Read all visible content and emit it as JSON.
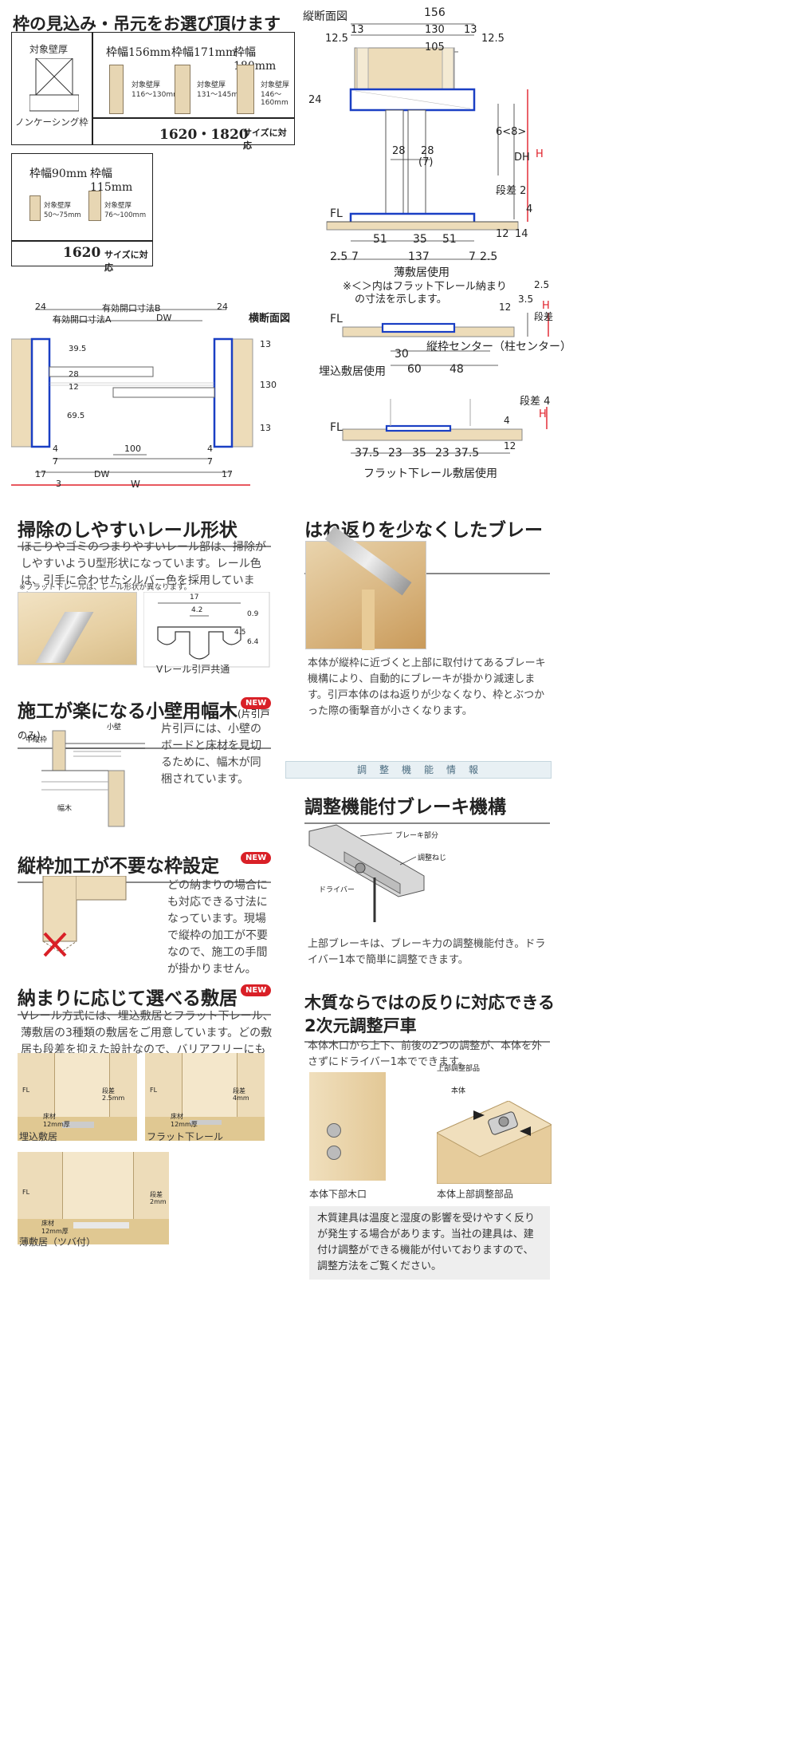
{
  "frame_section": {
    "title": "枠の見込み・吊元をお選び頂けます",
    "noncasing_label_top": "対象壁厚",
    "noncasing_caption": "ノンケーシング枠",
    "w156": {
      "label": "枠幅156mm",
      "sub": "対象壁厚",
      "range": "116〜130mm"
    },
    "w171": {
      "label": "枠幅171mm",
      "sub": "対象壁厚",
      "range": "131〜145mm"
    },
    "w180": {
      "label": "枠幅180mm",
      "sub": "対象壁厚",
      "range": "146〜160mm"
    },
    "size_note_big": "1620・1820",
    "size_note_small": "サイズに対応",
    "w90": {
      "label": "枠幅90mm",
      "sub": "対象壁厚",
      "range": "50〜75mm"
    },
    "w115": {
      "label": "枠幅115mm",
      "sub": "対象壁厚",
      "range": "76〜100mm"
    },
    "size2_big": "1620",
    "size2_small": "サイズに対応"
  },
  "vertical_section": {
    "title": "縦断面図",
    "dims_top": [
      "156",
      "13",
      "130",
      "13",
      "12.5",
      "105",
      "12.5"
    ],
    "dims_mid": [
      "24",
      "28",
      "28",
      "(7)",
      "6<8>",
      "DH",
      "H",
      "段差 2",
      "4"
    ],
    "fl": "FL",
    "dims_bottom": [
      "51",
      "35",
      "51",
      "12",
      "14",
      "2.5",
      "7",
      "137",
      "7",
      "2.5"
    ],
    "caption": "薄敷居使用",
    "note1": "※＜＞内はフラット下レール納まり",
    "note2": "の寸法を示します。"
  },
  "horizontal_section": {
    "title": "横断面図",
    "dims": [
      "24",
      "有効開口寸法B",
      "24",
      "有効開口寸法A",
      "DW",
      "39.5",
      "28",
      "12",
      "69.5",
      "130",
      "13",
      "13",
      "100",
      "4",
      "7",
      "17",
      "DW",
      "3",
      "W",
      "4",
      "7",
      "17"
    ]
  },
  "embedded_sill": {
    "fl": "FL",
    "dims": [
      "12",
      "3.5",
      "2.5",
      "段差",
      "H",
      "30",
      "60",
      "48"
    ],
    "center_label": "縦枠センター（柱センター）",
    "caption": "埋込敷居使用"
  },
  "flat_rail": {
    "fl": "FL",
    "dims": [
      "段差 4",
      "4",
      "H",
      "12",
      "37.5",
      "23",
      "35",
      "23",
      "37.5"
    ],
    "caption": "フラット下レール敷居使用"
  },
  "rail_section": {
    "title": "掃除のしやすいレール形状",
    "body": "ほこりやゴミのつまりやすいレール部は、掃除がしやすいようU型形状になっています。レール色は、引手に合わせたシルバー色を採用しています。",
    "note": "※フラット下レールは、レール形状が異なります。",
    "dims": [
      "17",
      "4.2",
      "0.9",
      "4.5",
      "6.4"
    ],
    "caption": "Vレール引戸共通"
  },
  "brake_section": {
    "title": "はね返りを少なくしたブレーキ機構",
    "body": "本体が縦枠に近づくと上部に取付けてあるブレーキ機構により、自動的にブレーキが掛かり減速します。引戸本体のはね返りが少なくなり、枠とぶつかった際の衝撃音が小さくなります。"
  },
  "baseboard_section": {
    "title": "施工が楽になる小壁用幅木",
    "title_small": "(片引戸のみ)",
    "new": "NEW",
    "body": "片引戸には、小壁のボードと床材を見切るために、幅木が同梱されています。",
    "labels": [
      "中縦枠",
      "小壁",
      "幅木"
    ]
  },
  "adjust_banner": {
    "label": "調　整　機　能　情　報"
  },
  "adjust_brake": {
    "title": "調整機能付ブレーキ機構",
    "labels": [
      "ブレーキ部分",
      "調整ねじ",
      "ドライバー"
    ],
    "body": "上部ブレーキは、ブレーキ力の調整機能付き。ドライバー1本で簡単に調整できます。"
  },
  "frame_setting": {
    "title": "縦枠加工が不要な枠設定",
    "new": "NEW",
    "body": "どの納まりの場合にも対応できる寸法になっています。現場で縦枠の加工が不要なので、施工の手間が掛かりません。"
  },
  "sill_section": {
    "title": "納まりに応じて選べる敷居",
    "new": "NEW",
    "body": "Vレール方式には、埋込敷居とフラット下レール、薄敷居の3種類の敷居をご用意しています。どの敷居も段差を抑えた設計なので、バリアフリーにも対応しています。",
    "panels": [
      {
        "fl": "FL",
        "step": "段差",
        "step_val": "2.5mm",
        "floor": "床材",
        "floor_val": "12mm厚",
        "caption": "埋込敷居"
      },
      {
        "fl": "FL",
        "step": "段差",
        "step_val": "4mm",
        "floor": "床材",
        "floor_val": "12mm厚",
        "caption": "フラット下レール"
      },
      {
        "fl": "FL",
        "step": "段差",
        "step_val": "2mm",
        "floor": "床材",
        "floor_val": "12mm厚",
        "caption": "薄敷居（ツバ付）"
      }
    ]
  },
  "roller_section": {
    "title1": "木質ならではの反りに対応できる",
    "title2": "2次元調整戸車",
    "body": "本体木口から上下、前後の2つの調整が、本体を外さずにドライバー1本でできます。",
    "labels": [
      "上部調整部品",
      "本体"
    ],
    "caption_left": "本体下部木口",
    "caption_right": "本体上部調整部品",
    "note": "木質建具は温度と湿度の影響を受けやすく反りが発生する場合があります。当社の建具は、建付け調整ができる機能が付いておりますので、調整方法をご覧ください。"
  },
  "colors": {
    "accent_red": "#d92027",
    "dim_red": "#e0202a",
    "blue_outline": "#1a3fc4",
    "wood": "#eddcb9"
  }
}
